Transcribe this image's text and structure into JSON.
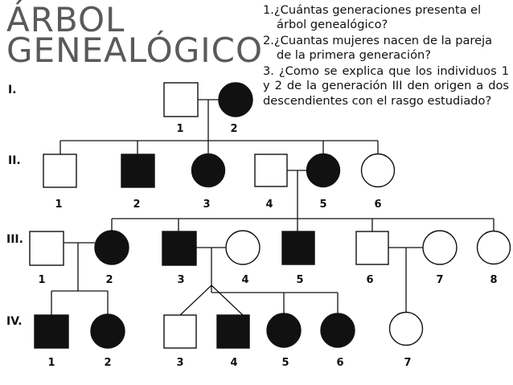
{
  "title": {
    "line1": "ÁRBOL",
    "line2": "GENEALÓGICO"
  },
  "questions": {
    "q1a": "1.¿Cuántas generaciones presenta el",
    "q1b": "árbol genealógico?",
    "q2a": "2.¿Cuantas mujeres nacen de la pareja",
    "q2b": "de la primera generación?",
    "q3": "3. ¿Como se explica que los individuos 1 y 2 de la generación III den origen a dos descendientes con el rasgo estudiado?"
  },
  "generations": [
    {
      "label": "I.",
      "members": [
        {
          "number": "1",
          "sex": "male",
          "affected": false
        },
        {
          "number": "2",
          "sex": "female",
          "affected": true
        }
      ]
    },
    {
      "label": "II.",
      "members": [
        {
          "number": "1",
          "sex": "male",
          "affected": false
        },
        {
          "number": "2",
          "sex": "male",
          "affected": true
        },
        {
          "number": "3",
          "sex": "female",
          "affected": true
        },
        {
          "number": "4",
          "sex": "male",
          "affected": false
        },
        {
          "number": "5",
          "sex": "female",
          "affected": true
        },
        {
          "number": "6",
          "sex": "female",
          "affected": false
        }
      ]
    },
    {
      "label": "III.",
      "members": [
        {
          "number": "1",
          "sex": "male",
          "affected": false
        },
        {
          "number": "2",
          "sex": "female",
          "affected": true
        },
        {
          "number": "3",
          "sex": "male",
          "affected": true
        },
        {
          "number": "4",
          "sex": "female",
          "affected": false
        },
        {
          "number": "5",
          "sex": "male",
          "affected": true
        },
        {
          "number": "6",
          "sex": "male",
          "affected": false
        },
        {
          "number": "7",
          "sex": "female",
          "affected": false
        },
        {
          "number": "8",
          "sex": "female",
          "affected": false
        }
      ]
    },
    {
      "label": "IV.",
      "members": [
        {
          "number": "1",
          "sex": "male",
          "affected": true
        },
        {
          "number": "2",
          "sex": "female",
          "affected": true
        },
        {
          "number": "3",
          "sex": "male",
          "affected": false
        },
        {
          "number": "4",
          "sex": "male",
          "affected": true
        },
        {
          "number": "5",
          "sex": "female",
          "affected": true
        },
        {
          "number": "6",
          "sex": "female",
          "affected": true
        },
        {
          "number": "7",
          "sex": "female",
          "affected": false
        }
      ]
    }
  ],
  "colors": {
    "title": "#5a5a5a",
    "affected": "#111111",
    "unaffected": "#ffffff"
  }
}
